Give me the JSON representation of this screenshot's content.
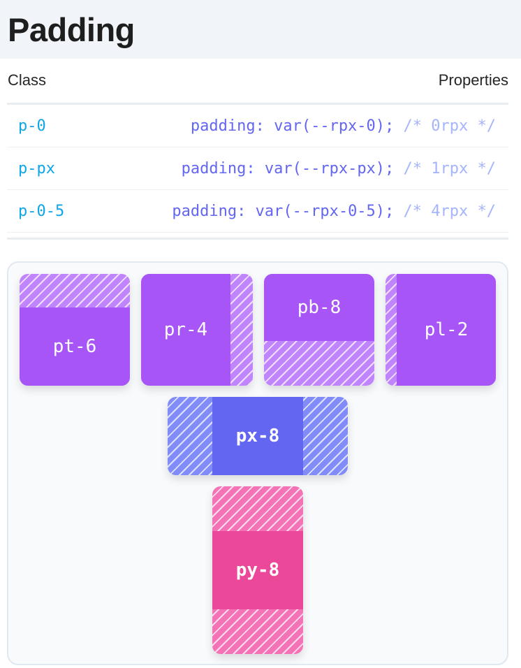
{
  "title": "Padding",
  "table": {
    "headers": {
      "class": "Class",
      "properties": "Properties"
    },
    "rows": [
      {
        "cls": "p-0",
        "prop": "padding: var(--rpx-0);",
        "comment": "/* 0rpx */"
      },
      {
        "cls": "p-px",
        "prop": "padding: var(--rpx-px);",
        "comment": "/* 1rpx */"
      },
      {
        "cls": "p-0-5",
        "prop": "padding: var(--rpx-0-5);",
        "comment": "/* 4rpx */"
      }
    ]
  },
  "demo": {
    "pt": "pt-6",
    "pr": "pr-4",
    "pb": "pb-8",
    "pl": "pl-2",
    "px": "px-8",
    "py": "py-8"
  },
  "colors": {
    "purple": "#a855f7",
    "indigo": "#6366f1",
    "pink": "#ec4899",
    "class_text": "#0ea5e9",
    "property_text": "#6366f1",
    "comment_text": "#a5b4fc"
  }
}
